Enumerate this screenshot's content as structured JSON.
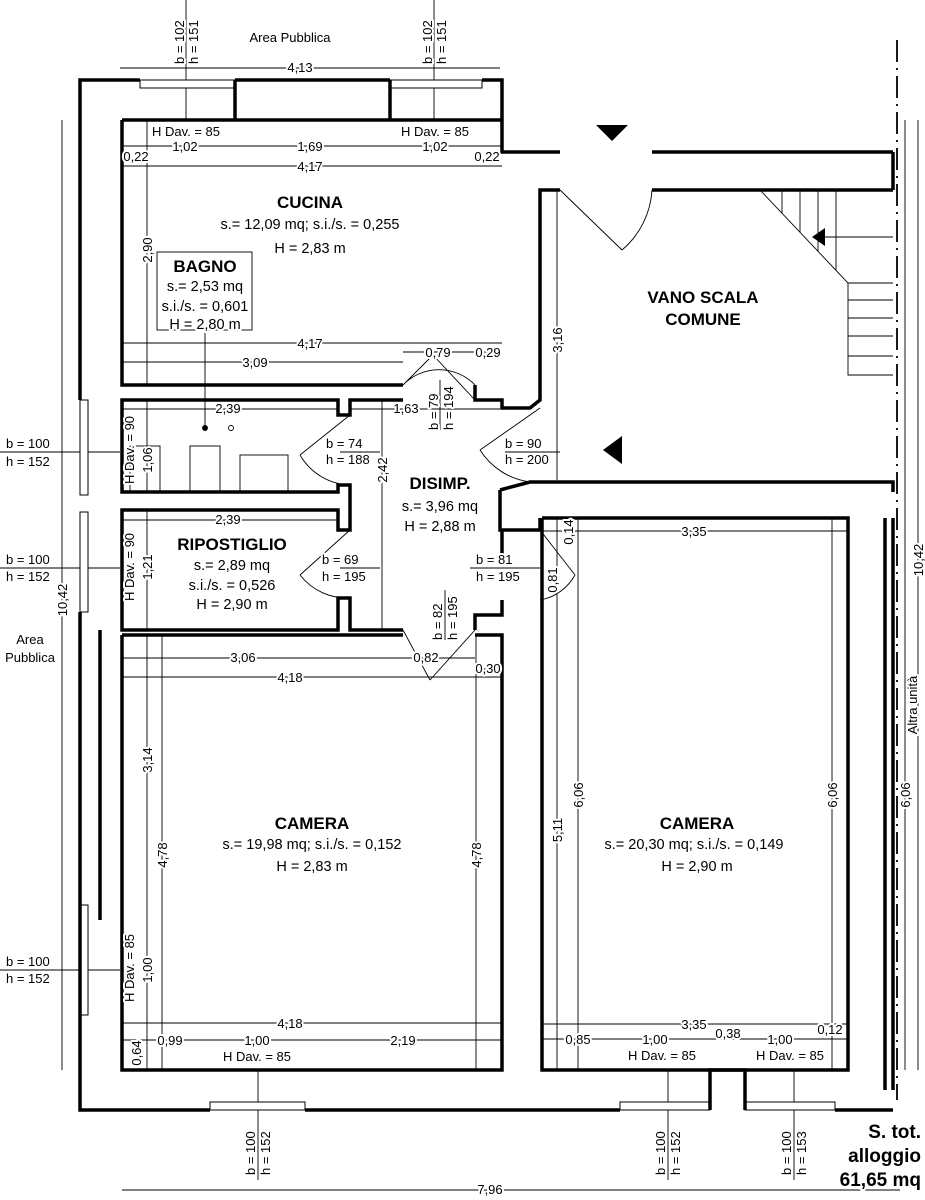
{
  "plan": {
    "area_top": "Area Pubblica",
    "area_left": [
      "Area",
      "Pubblica"
    ],
    "altra_unita": "Altra unità",
    "total": [
      "S. tot.",
      "alloggio",
      "61,65 mq"
    ]
  },
  "rooms": {
    "cucina": {
      "name": "CUCINA",
      "area": "s.= 12,09  mq; s.i./s. = 0,255",
      "height": "H = 2,83  m"
    },
    "bagno": {
      "name": "BAGNO",
      "area": "s.= 2,53  mq",
      "ratio": "s.i./s. = 0,601",
      "height": "H = 2,80  m"
    },
    "vano_scala": {
      "name": [
        "VANO SCALA",
        "COMUNE"
      ]
    },
    "disimp": {
      "name": "DISIMP.",
      "area": "s.= 3,96  mq",
      "height": "H = 2,88  m"
    },
    "ripostiglio": {
      "name": "RIPOSTIGLIO",
      "area": "s.= 2,89  mq",
      "ratio": "s.i./s. = 0,526",
      "height": "H = 2,90  m"
    },
    "camera1": {
      "name": "CAMERA",
      "area": "s.= 19,98  mq; s.i./s. = 0,152",
      "height": "H = 2,83  m"
    },
    "camera2": {
      "name": "CAMERA",
      "area": "s.= 20,30  mq; s.i./s. = 0,149",
      "height": "H = 2,90  m"
    }
  },
  "windows": {
    "top1": [
      "b = 102",
      "h = 151"
    ],
    "top2": [
      "b = 102",
      "h = 151"
    ],
    "left1": [
      "b = 100",
      "h = 152"
    ],
    "left2": [
      "b = 100",
      "h = 152"
    ],
    "left3": [
      "b = 100",
      "h = 152"
    ],
    "bottom1": [
      "b = 100",
      "h = 152"
    ],
    "bottom2": [
      "b = 100",
      "h = 152"
    ],
    "bottom3": [
      "b = 100",
      "h = 153"
    ],
    "sill85": "H Dav. = 85",
    "sill90": "H Dav. = 90"
  },
  "doors": {
    "d79": [
      "b = 79",
      "h = 194"
    ],
    "d74": [
      "b = 74",
      "h = 188"
    ],
    "d90": [
      "b = 90",
      "h = 200"
    ],
    "d69": [
      "b = 69",
      "h = 195"
    ],
    "d81": [
      "b = 81",
      "h = 195"
    ],
    "d82": [
      "b = 82",
      "h = 195"
    ]
  },
  "dims": {
    "top_4_13": "4,13",
    "c_1_02a": "1,02",
    "c_1_69": "1,69",
    "c_1_02b": "1,02",
    "c_0_22a": "0,22",
    "c_0_22b": "0,22",
    "c_4_17a": "4,17",
    "c_2_90": "2,90",
    "c_4_17b": "4,17",
    "c_3_09": "3,09",
    "c_0_79": "0,79",
    "c_0_29": "0,29",
    "s_3_16": "3,16",
    "b_2_39": "2,39",
    "d_1_63": "1,63",
    "b_1_06": "1,06",
    "d_2_42": "2,42",
    "r_2_39": "2,39",
    "r_1_21": "1,21",
    "tot_10_42_l": "10,42",
    "cr_0_81": "0,81",
    "cr_0_14": "0,14",
    "cr_3_35a": "3,35",
    "cl_3_06": "3,06",
    "cl_0_82": "0,82",
    "cl_4_18a": "4,18",
    "cl_0_30": "0,30",
    "cl_3_14": "3,14",
    "cl_4_78a": "4,78",
    "cl_4_78b": "4,78",
    "cl_1_00v": "1,00",
    "cl_4_18b": "4,18",
    "cl_0_99": "0,99",
    "cl_1_00": "1,00",
    "cl_2_19": "2,19",
    "cl_0_64": "0,64",
    "cr_5_11": "5,11",
    "cr_6_06a": "6,06",
    "cr_6_06b": "6,06",
    "cr_6_06c": "6,06",
    "tot_10_42_r": "10,42",
    "cr_3_35b": "3,35",
    "cr_0_85": "0,85",
    "cr_1_00a": "1,00",
    "cr_0_38": "0,38",
    "cr_1_00b": "1,00",
    "cr_0_12": "0,12",
    "tot_7_96": "7,96"
  }
}
